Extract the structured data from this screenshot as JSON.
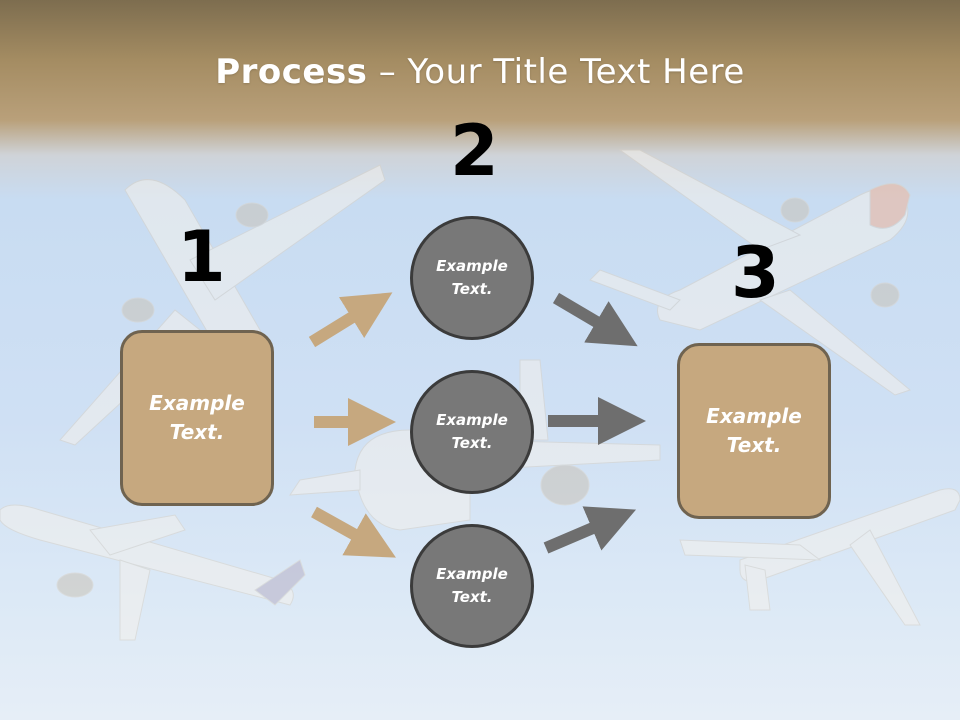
{
  "slide": {
    "title_bold": "Process",
    "title_rest": " – Your Title Text Here",
    "steps": [
      {
        "number": "1",
        "text_line1": "Example",
        "text_line2": "Text."
      },
      {
        "number": "2"
      },
      {
        "number": "3",
        "text_line1": "Example",
        "text_line2": "Text."
      }
    ],
    "circles": [
      {
        "text_line1": "Example",
        "text_line2": "Text."
      },
      {
        "text_line1": "Example",
        "text_line2": "Text."
      },
      {
        "text_line1": "Example",
        "text_line2": "Text."
      }
    ]
  },
  "colors": {
    "box_fill": "#c6a87f",
    "box_border": "#6f6350",
    "circle_fill": "#787878",
    "circle_border": "#3b3b3b",
    "tan_arrow": "#c6a87f",
    "gray_arrow": "#6e6e6e",
    "title_band": "#a48c62"
  }
}
